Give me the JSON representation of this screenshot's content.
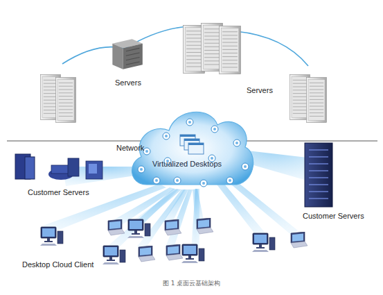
{
  "diagram": {
    "caption": "图 1 桌面云基础架构",
    "nodes": [
      {
        "text": [
          "Virtualized Desktops"
        ]
      }
    ],
    "labels": [
      "Servers",
      "Servers",
      "Network",
      "Customer Servers",
      "Customer Servers",
      "Desktop Cloud Client"
    ]
  }
}
